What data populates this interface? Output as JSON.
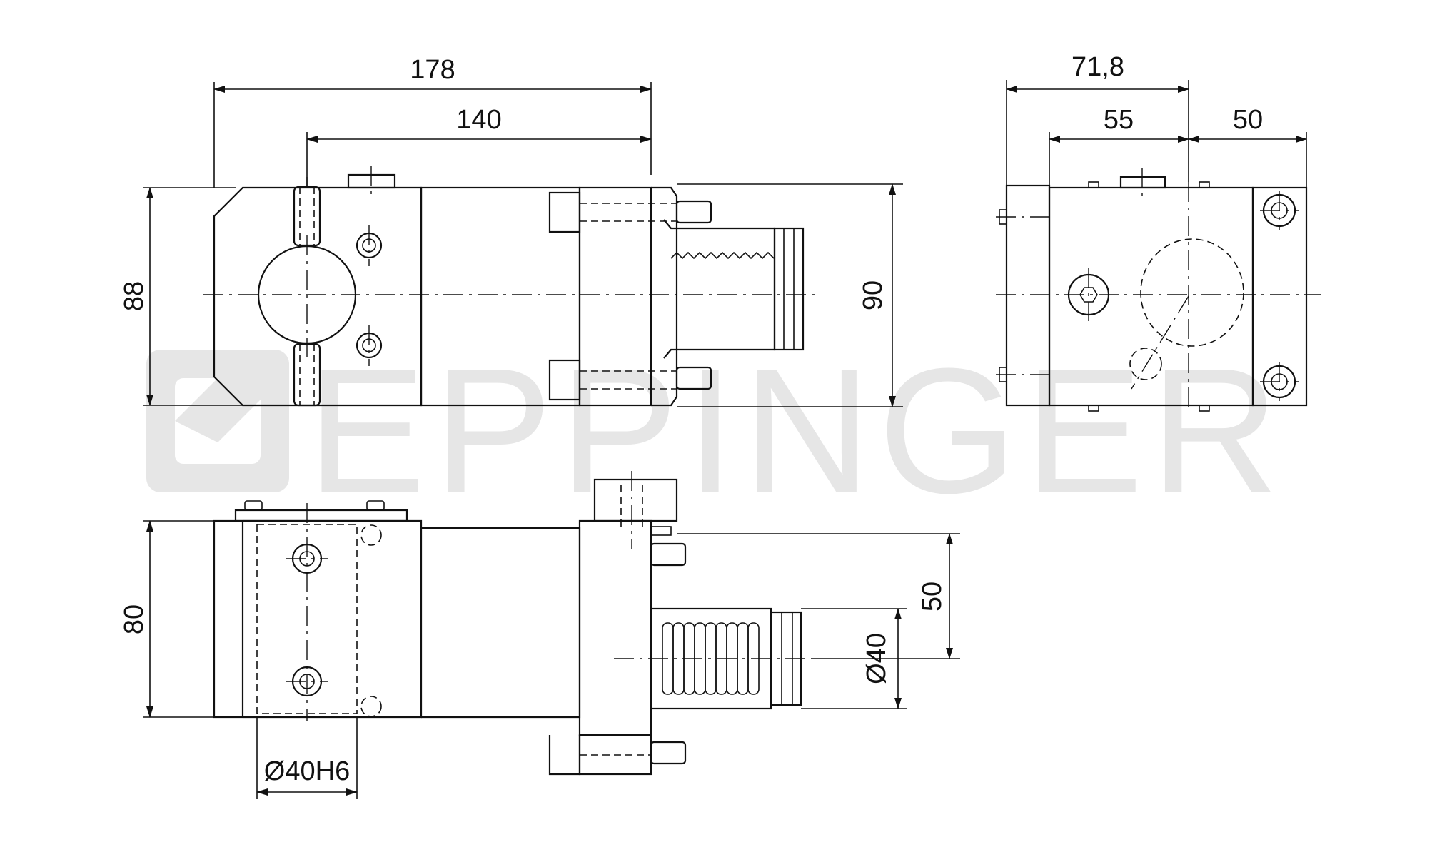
{
  "watermark": "EPPINGER",
  "dimensions": {
    "side_length_total": "178",
    "side_length_body": "140",
    "side_height_left": "88",
    "side_height_right": "90",
    "end_width_total": "71,8",
    "end_width_inner": "55",
    "end_width_right": "50",
    "top_height": "80",
    "top_offset": "50",
    "spindle_diameter": "Ø40",
    "shank_diameter": "Ø40H6"
  }
}
